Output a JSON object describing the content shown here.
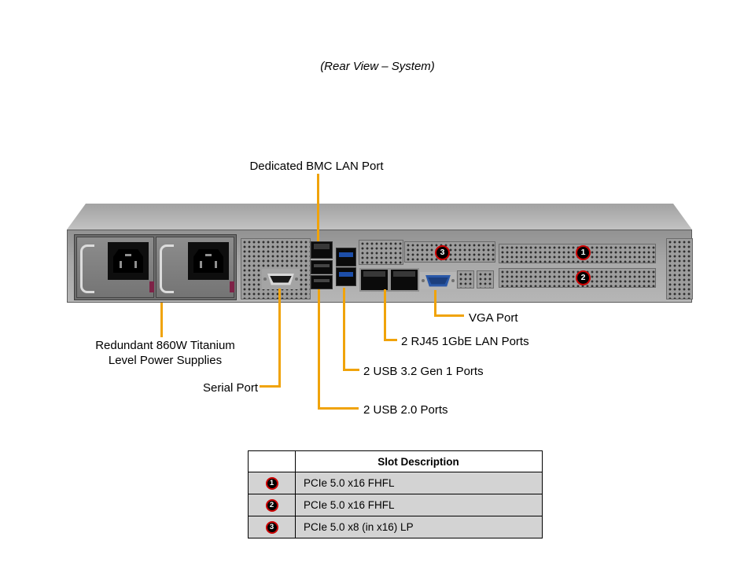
{
  "title": "(Rear View – System)",
  "labels": {
    "bmc_lan": "Dedicated BMC LAN Port",
    "psu_line1": "Redundant 860W Titanium",
    "psu_line2": "Level Power Supplies",
    "serial": "Serial Port",
    "usb32": "2 USB 3.2 Gen 1 Ports",
    "usb20": "2 USB 2.0 Ports",
    "lan": "2 RJ45 1GbE LAN Ports",
    "vga": "VGA Port"
  },
  "callouts": {
    "slot1": "1",
    "slot2": "2",
    "slot3": "3"
  },
  "table": {
    "header": "Slot Description",
    "rows": [
      {
        "num": "1",
        "desc": "PCIe 5.0 x16 FHFL"
      },
      {
        "num": "2",
        "desc": "PCIe 5.0 x16 FHFL"
      },
      {
        "num": "3",
        "desc": "PCIe 5.0 x8 (in x16) LP"
      }
    ]
  },
  "colors": {
    "leader_line": "#F0A30A",
    "callout_ring": "#CC0000",
    "callout_fill": "#000000",
    "table_row_bg": "#D3D3D3",
    "chassis_gray": "#A9A9A9"
  }
}
